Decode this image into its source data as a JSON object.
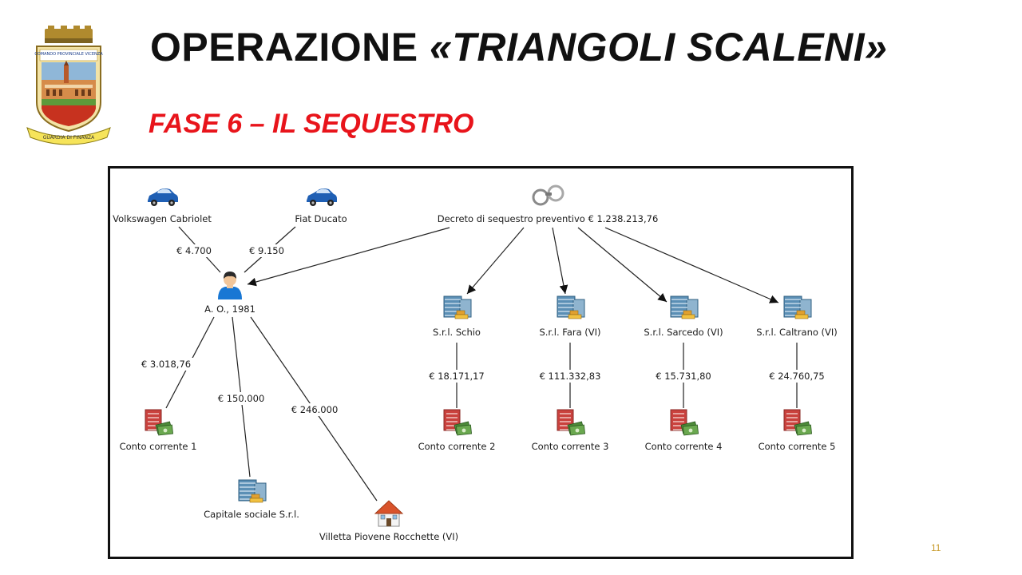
{
  "header": {
    "title_main": "OPERAZIONE ",
    "title_italic": "«TRIANGOLI SCALENI»",
    "subtitle": "FASE 6 – IL SEQUESTRO"
  },
  "logo": {
    "text_top": "COMANDO PROVINCIALE VICENZA",
    "text_ribbon": "GUARDIA DI FINANZA"
  },
  "diagram": {
    "nodes": [
      {
        "id": "volkswagen",
        "icon": "car-icon",
        "label": "Volkswagen Cabriolet"
      },
      {
        "id": "fiat",
        "icon": "car-icon",
        "label": "Fiat Ducato"
      },
      {
        "id": "decreto",
        "icon": "handcuffs-icon",
        "label": "Decreto di sequestro preventivo € 1.238.213,76"
      },
      {
        "id": "person",
        "icon": "person-icon",
        "label": "A. O., 1981"
      },
      {
        "id": "srl-schio",
        "icon": "company-building-icon",
        "label": "S.r.l. Schio"
      },
      {
        "id": "srl-fara",
        "icon": "company-building-icon",
        "label": "S.r.l. Fara (VI)"
      },
      {
        "id": "srl-sarcedo",
        "icon": "company-building-icon",
        "label": "S.r.l. Sarcedo (VI)"
      },
      {
        "id": "srl-caltrano",
        "icon": "company-building-icon",
        "label": "S.r.l. Caltrano (VI)"
      },
      {
        "id": "conto-1",
        "icon": "bank-account-icon",
        "label": "Conto corrente 1"
      },
      {
        "id": "capitale",
        "icon": "company-building-icon",
        "label": "Capitale sociale S.r.l."
      },
      {
        "id": "villetta",
        "icon": "house-icon",
        "label": "Villetta Piovene Rocchette (VI)"
      },
      {
        "id": "conto-2",
        "icon": "bank-account-icon",
        "label": "Conto corrente 2"
      },
      {
        "id": "conto-3",
        "icon": "bank-account-icon",
        "label": "Conto corrente 3"
      },
      {
        "id": "conto-4",
        "icon": "bank-account-icon",
        "label": "Conto corrente 4"
      },
      {
        "id": "conto-5",
        "icon": "bank-account-icon",
        "label": "Conto corrente 5"
      }
    ],
    "edges": [
      {
        "id": "e1",
        "from": "volkswagen",
        "to": "person",
        "label": "€ 4.700",
        "arrow": false
      },
      {
        "id": "e2",
        "from": "fiat",
        "to": "person",
        "label": "€ 9.150",
        "arrow": false
      },
      {
        "id": "e3",
        "from": "decreto",
        "to": "person",
        "label": "",
        "arrow": true
      },
      {
        "id": "e4",
        "from": "decreto",
        "to": "srl-schio",
        "label": "",
        "arrow": true
      },
      {
        "id": "e5",
        "from": "decreto",
        "to": "srl-fara",
        "label": "",
        "arrow": true
      },
      {
        "id": "e6",
        "from": "decreto",
        "to": "srl-sarcedo",
        "label": "",
        "arrow": true
      },
      {
        "id": "e7",
        "from": "decreto",
        "to": "srl-caltrano",
        "label": "",
        "arrow": true
      },
      {
        "id": "e8",
        "from": "person",
        "to": "conto-1",
        "label": "€ 3.018,76",
        "arrow": false
      },
      {
        "id": "e9",
        "from": "person",
        "to": "capitale",
        "label": "€ 150.000",
        "arrow": false
      },
      {
        "id": "e10",
        "from": "person",
        "to": "villetta",
        "label": "€ 246.000",
        "arrow": false
      },
      {
        "id": "e11",
        "from": "srl-schio",
        "to": "conto-2",
        "label": "€ 18.171,17",
        "arrow": false
      },
      {
        "id": "e12",
        "from": "srl-fara",
        "to": "conto-3",
        "label": "€ 111.332,83",
        "arrow": false
      },
      {
        "id": "e13",
        "from": "srl-sarcedo",
        "to": "conto-4",
        "label": "€ 15.731,80",
        "arrow": false
      },
      {
        "id": "e14",
        "from": "srl-caltrano",
        "to": "conto-5",
        "label": "€ 24.760,75",
        "arrow": false
      }
    ]
  },
  "colors": {
    "title": "#111111",
    "subtitle": "#e8141b",
    "page_number": "#c89b2a",
    "car": "#1f5fb4",
    "person_shirt": "#1877d4",
    "bank_sheet": "#c9413d",
    "money": "#4d8a3a",
    "building": "#5b8fb5",
    "house_roof": "#d9532b"
  },
  "footer": {
    "page_number": "11"
  }
}
